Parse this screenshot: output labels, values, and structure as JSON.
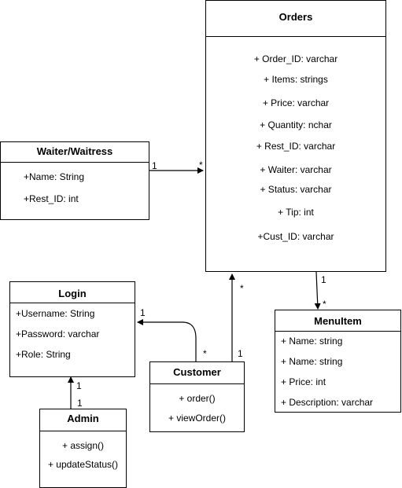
{
  "orders": {
    "title": "Orders",
    "attributes": [
      "+ Order_ID: varchar",
      "+ Items: strings",
      "+ Price: varchar",
      "+ Quantity: nchar",
      "+ Rest_ID: varchar",
      "+ Waiter: varchar",
      "+ Status: varchar",
      "+ Tip: int",
      "+Cust_ID: varchar"
    ]
  },
  "waiter": {
    "title": "Waiter/Waitress",
    "attributes": [
      "+Name: String",
      "+Rest_ID: int"
    ]
  },
  "login": {
    "title": "Login",
    "attributes": [
      "+Username: String",
      "+Password: varchar",
      "+Role: String"
    ]
  },
  "menuitem": {
    "title": "MenuItem",
    "attributes": [
      "+ Name: string",
      "+ Name: string",
      "+ Price: int",
      "+ Description: varchar"
    ]
  },
  "customer": {
    "title": "Customer",
    "methods": [
      "+ order()",
      "+ viewOrder()"
    ]
  },
  "admin": {
    "title": "Admin",
    "methods": [
      "+ assign()",
      "+ updateStatus()"
    ]
  },
  "multiplicities": {
    "waiter_orders_src": "1",
    "waiter_orders_dst": "*",
    "orders_menu_src": "1",
    "orders_menu_dst": "*",
    "customer_orders_src": "1",
    "customer_orders_dst": "*",
    "customer_login_src": "*",
    "customer_login_dst": "1",
    "admin_login_src": "1",
    "admin_login_dst": "1"
  }
}
